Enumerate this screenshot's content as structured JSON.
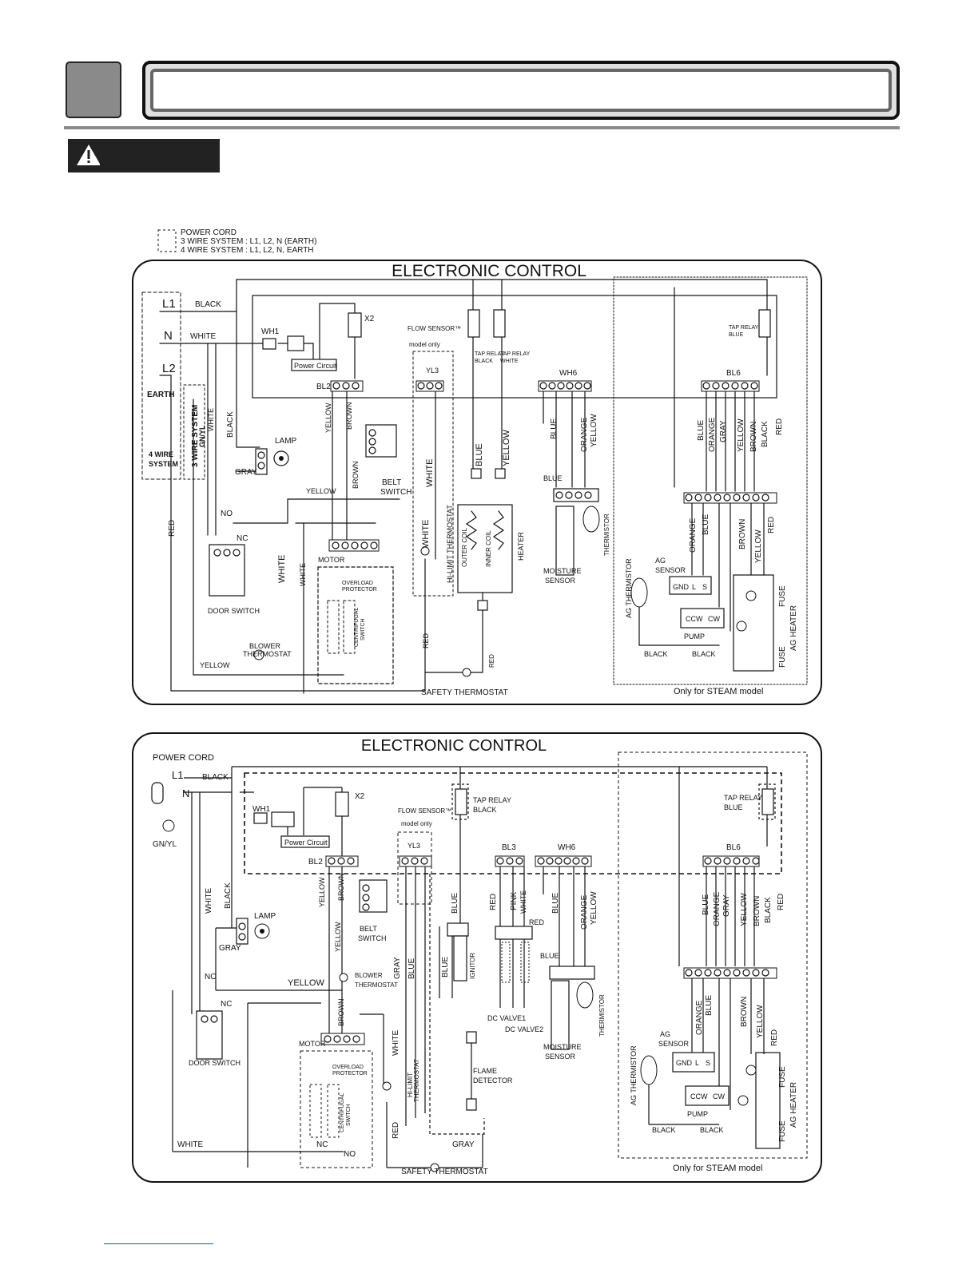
{
  "header": {
    "title": ""
  },
  "caution": {
    "icon": "warning-triangle-icon"
  },
  "legend": {
    "line1": "POWER CORD",
    "line2": "3 WIRE SYSTEM : L1, L2, N (EARTH)",
    "line3": "4 WIRE SYSTEM : L1, L2, N, EARTH"
  },
  "top": {
    "title": "ELECTRONIC CONTROL",
    "L1": "L1",
    "N": "N",
    "L2": "L2",
    "earth": "EARTH",
    "four_wire_1": "4 WIRE",
    "four_wire_2": "SYSTEM",
    "three_wire": "3 WIRE SYSTEM",
    "gnyl": "GN/YL",
    "black": "BLACK",
    "white": "WHITE",
    "red": "RED",
    "wh1": "WH1",
    "power_circuit": "Power Circuit",
    "x2": "X2",
    "bl2": "BL2",
    "flow_sensor": "FLOW SENSOR™",
    "model_only": "model only",
    "yl3": "YL3",
    "tap_relay_black_1": "TAP RELAY",
    "tap_relay_black_2": "BLACK",
    "tap_relay_white_1": "TAP RELAY",
    "tap_relay_white_2": "WHITE",
    "wh6": "WH6",
    "bl6": "BL6",
    "tap_relay_blue_1": "TAP RELAY",
    "tap_relay_blue_2": "BLUE",
    "lamp": "LAMP",
    "gray": "GRAY",
    "yellow": "YELLOW",
    "brown": "BROWN",
    "belt_switch_1": "BELT",
    "belt_switch_2": "SWITCH",
    "no": "NO",
    "nc": "NC",
    "door_switch": "DOOR SWITCH",
    "motor": "MOTOR",
    "overload_1": "OVERLOAD",
    "overload_2": "PROTECTOR",
    "centrifugal_1": "CENTRIFUGAL",
    "centrifugal_2": "SWITCH",
    "blower_thermostat_1": "BLOWER",
    "blower_thermostat_2": "THERMOSTAT",
    "hi_limit": "HI-LIMIT THERMOSTAT",
    "outer_coil": "OUTER COIL",
    "inner_coil": "INNER COIL",
    "heater": "HEATER",
    "blue": "BLUE",
    "orange": "ORANGE",
    "moisture_1": "MOISTURE",
    "moisture_2": "SENSOR",
    "thermistor": "THERMISTOR",
    "safety_thermostat": "SAFETY THERMOSTAT",
    "ag_thermistor": "AG THERMISTOR",
    "ag_sensor_1": "AG",
    "ag_sensor_2": "SENSOR",
    "gnd": "GND",
    "l": "L",
    "s": "S",
    "ccw": "CCW",
    "cw": "CW",
    "pump": "PUMP",
    "fuse": "FUSE",
    "ag_heater": "AG  HEATER",
    "steam_only": "Only for STEAM model"
  },
  "bottom": {
    "title": "ELECTRONIC CONTROL",
    "power_cord": "POWER CORD",
    "L1": "L1",
    "N": "N",
    "gnyl": "GN/YL",
    "black": "BLACK",
    "white": "WHITE",
    "red": "RED",
    "wh1": "WH1",
    "power_circuit": "Power Circuit",
    "x2": "X2",
    "bl2": "BL2",
    "flow_sensor": "FLOW SENSOR™",
    "model_only": "model only",
    "yl3": "YL3",
    "tap_relay_black_1": "TAP RELAY",
    "tap_relay_black_2": "BLACK",
    "bl3": "BL3",
    "wh6": "WH6",
    "bl6": "BL6",
    "tap_relay_blue_1": "TAP RELAY",
    "tap_relay_blue_2": "BLUE",
    "lamp": "LAMP",
    "gray": "GRAY",
    "yellow": "YELLOW",
    "brown": "BROWN",
    "belt_switch_1": "BELT",
    "belt_switch_2": "SWITCH",
    "blower_thermostat_1": "BLOWER",
    "blower_thermostat_2": "THERMOSTAT",
    "no": "NO",
    "nc": "NC",
    "door_switch": "DOOR SWITCH",
    "motor": "MOTOR",
    "overload_1": "OVERLOAD",
    "overload_2": "PROTECTOR",
    "centrifugal_1": "CENTRIFUGAL",
    "centrifugal_2": "SWITCH",
    "hi_limit_1": "HI-LIMIT",
    "hi_limit_2": "THERMOSTAT",
    "ignitor": "IGNITOR",
    "pink": "PINK",
    "blue": "BLUE",
    "orange": "ORANGE",
    "dc_valve1": "DC VALVE1",
    "dc_valve2": "DC VALVE2",
    "flame_1": "FLAME",
    "flame_2": "DETECTOR",
    "moisture_1": "MOISTURE",
    "moisture_2": "SENSOR",
    "thermistor": "THERMISTOR",
    "safety_thermostat": "SAFETY THERMOSTAT",
    "ag_thermistor": "AG THERMISTOR",
    "ag_sensor_1": "AG",
    "ag_sensor_2": "SENSOR",
    "gnd": "GND",
    "l": "L",
    "s": "S",
    "ccw": "CCW",
    "cw": "CW",
    "pump": "PUMP",
    "fuse": "FUSE",
    "ag_heater": "AG  HEATER",
    "steam_only": "Only for STEAM model"
  }
}
